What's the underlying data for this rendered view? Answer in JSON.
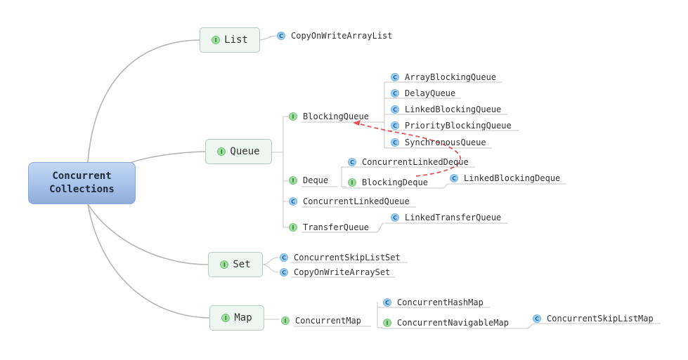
{
  "root": "Concurrent\nCollections",
  "badges": {
    "interface": "I",
    "class": "C"
  },
  "colors": {
    "root_fill": "#a7c1e8",
    "interface_badge": "#9fdca0",
    "class_badge": "#9fcfee",
    "dashed_arrow": "#e05555",
    "connector": "#b5b5b5"
  },
  "branches": {
    "list": {
      "label": "List",
      "children": [
        "CopyOnWriteArrayList"
      ]
    },
    "queue": {
      "label": "Queue",
      "blocking_queue": {
        "label": "BlockingQueue",
        "children": [
          "ArrayBlockingQueue",
          "DelayQueue",
          "LinkedBlockingQueue",
          "PriorityBlockingQueue",
          "SynchronousQueue"
        ]
      },
      "deque": {
        "label": "Deque",
        "children": [
          "ConcurrentLinkedDeque",
          "BlockingDeque"
        ],
        "blocking_deque_children": [
          "LinkedBlockingDeque"
        ]
      },
      "concurrent_linked_queue": "ConcurrentLinkedQueue",
      "transfer_queue": {
        "label": "TransferQueue",
        "children": [
          "LinkedTransferQueue"
        ]
      }
    },
    "set": {
      "label": "Set",
      "children": [
        "ConcurrentSkipListSet",
        "CopyOnWriteArraySet"
      ]
    },
    "map": {
      "label": "Map",
      "concurrent_map": {
        "label": "ConcurrentMap",
        "children": [
          "ConcurrentHashMap",
          "ConcurrentNavigableMap"
        ],
        "navigable_children": [
          "ConcurrentSkipListMap"
        ]
      }
    }
  }
}
